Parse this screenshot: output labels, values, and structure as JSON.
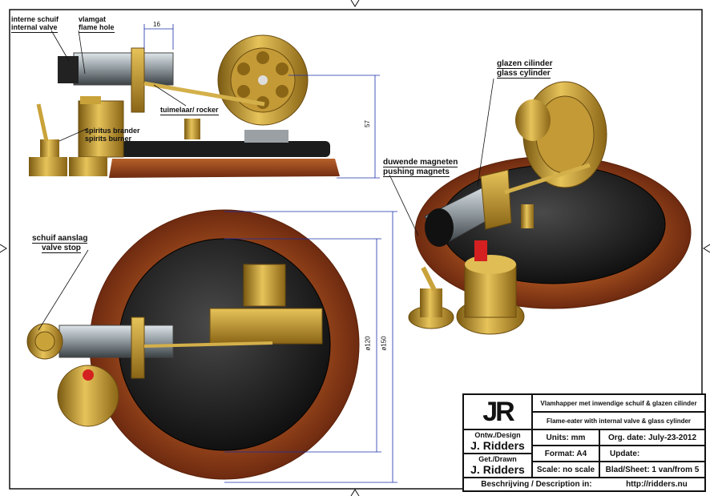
{
  "labels": {
    "internal_valve_nl": "interne schuif",
    "internal_valve_en": "internal valve",
    "flame_hole_nl": "vlamgat",
    "flame_hole_en": "flame hole",
    "rocker": "tuimelaar/ rocker",
    "burner_nl": "spiritus brander",
    "burner_en": "spirits burner",
    "glass_cyl_nl": "glazen cilinder",
    "glass_cyl_en": "glass cylinder",
    "magnets_nl": "duwende magneten",
    "magnets_en": "pushing magnets",
    "valve_stop_nl": "schuif aanslag",
    "valve_stop_en": "valve stop"
  },
  "dimensions": {
    "dim_16": "16",
    "dim_57": "57",
    "dim_120": "ø120",
    "dim_150": "ø150"
  },
  "title_block": {
    "logo": "JR",
    "title_nl": "Vlamhapper met inwendige schuif & glazen cilinder",
    "title_en": "Flame-eater with internal valve & glass cylinder",
    "design_label": "Ontw./Design",
    "design_name": "J. Ridders",
    "drawn_label": "Get./Drawn",
    "drawn_name": "J. Ridders",
    "units": "Units: mm",
    "format": "Format: A4",
    "scale": "Scale: no scale",
    "org_date": "Org. date: July-23-2012",
    "update": "Update:",
    "sheet": "Blad/Sheet: 1 van/from 5",
    "description": "Beschrijving / Description in:",
    "url": "http://ridders.nu"
  },
  "colors": {
    "brass": "#c9a33a",
    "wood": "#8b3a1a",
    "base_black": "#1c1c1c",
    "dim_blue": "#1a2fa8"
  }
}
